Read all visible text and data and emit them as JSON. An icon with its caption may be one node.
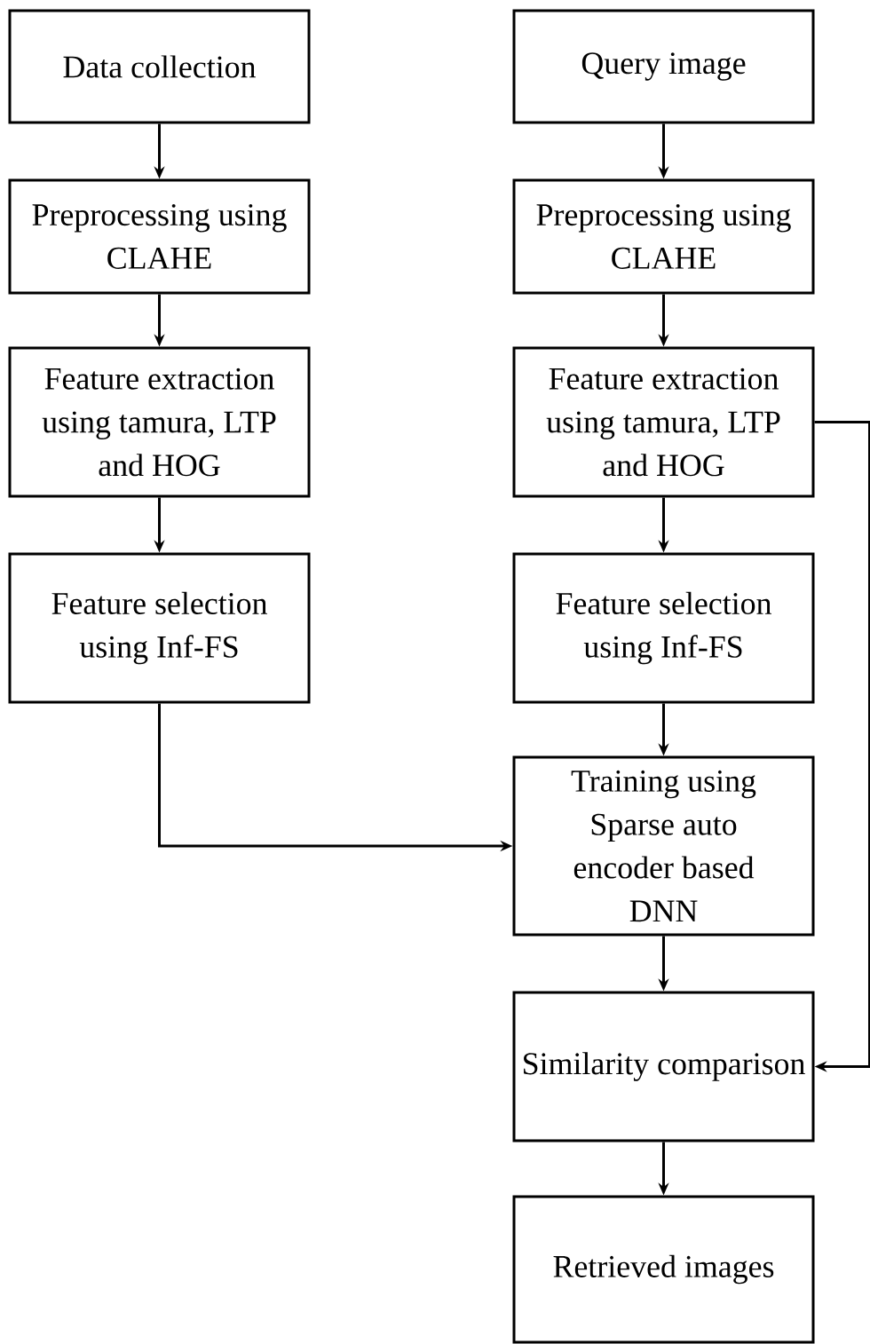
{
  "diagram": {
    "nodes": [
      {
        "text": [
          "Data collection"
        ]
      },
      {
        "text": [
          "Preprocessing using CLAHE"
        ]
      },
      {
        "text": [
          "Feature extraction using tamura, LTP and HOG"
        ]
      },
      {
        "text": [
          "Feature selection using Inf-FS"
        ]
      },
      {
        "text": [
          "Query image"
        ]
      },
      {
        "text": [
          "Preprocessing using CLAHE"
        ]
      },
      {
        "text": [
          "Feature extraction using tamura, LTP and HOG"
        ]
      },
      {
        "text": [
          "Feature selection using Inf-FS"
        ]
      },
      {
        "text": [
          "Training using Sparse auto encoder based DNN"
        ]
      },
      {
        "text": [
          "Similarity comparison"
        ]
      },
      {
        "text": [
          "Retrieved images"
        ]
      }
    ],
    "edges": [
      {
        "from": 0,
        "to": 1,
        "arrow": "to"
      },
      {
        "from": 1,
        "to": 2,
        "arrow": "to"
      },
      {
        "from": 2,
        "to": 3,
        "arrow": "to"
      },
      {
        "from": 4,
        "to": 5,
        "arrow": "to"
      },
      {
        "from": 5,
        "to": 6,
        "arrow": "to"
      },
      {
        "from": 6,
        "to": 7,
        "arrow": "to"
      },
      {
        "from": 7,
        "to": 8,
        "arrow": "to"
      },
      {
        "from": 3,
        "to": 8,
        "arrow": "to"
      },
      {
        "from": 6,
        "to": 9,
        "arrow": "to"
      },
      {
        "from": 8,
        "to": 9,
        "arrow": "to"
      },
      {
        "from": 9,
        "to": 10,
        "arrow": "to"
      }
    ]
  }
}
